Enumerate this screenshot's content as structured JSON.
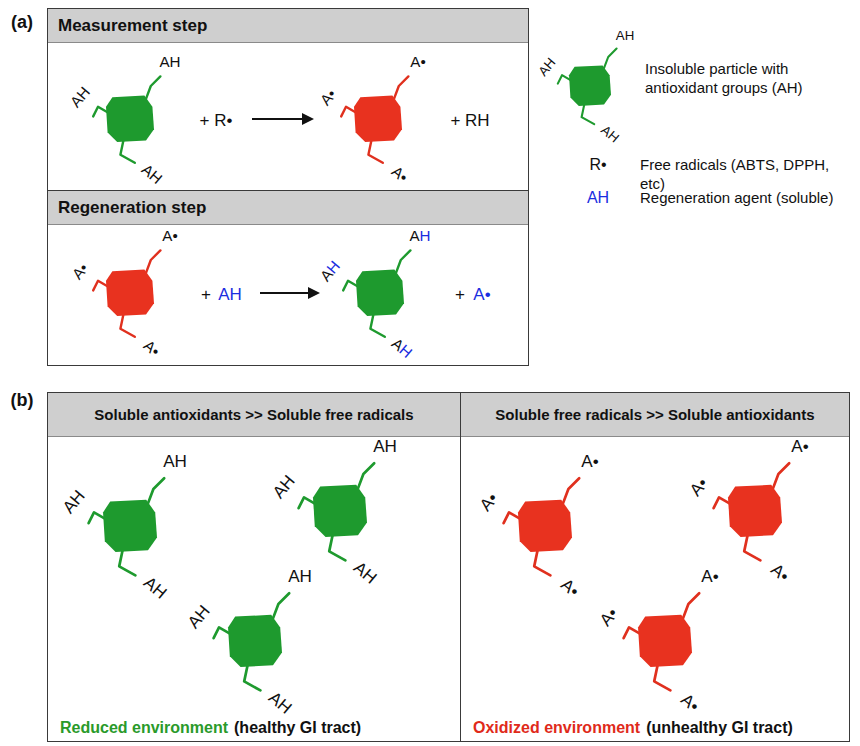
{
  "diagram": {
    "nodes": [
      {
        "text": [
          "Measurement step"
        ]
      },
      {
        "text": [
          "Regeneration step"
        ]
      },
      {
        "text": [
          "Soluble antioxidants >> Soluble free radicals",
          "Reduced environment",
          "(healthy GI tract)"
        ]
      },
      {
        "text": [
          "Soluble free radicals >> Soluble antioxidants",
          "Oxidized environment",
          "(unhealthy GI tract)"
        ]
      }
    ],
    "labels": [
      "(a)",
      "AH",
      "AH",
      "AH",
      "+ R•",
      "A•",
      "A•",
      "A•",
      "+ RH",
      "A•",
      "A•",
      "A•",
      "+",
      "AH",
      "AH",
      "AH",
      "AH",
      "+",
      "A•",
      "AH",
      "AH",
      "AH",
      "R•",
      "AH",
      "(b)",
      "AH",
      "AH",
      "AH",
      "AH",
      "AH",
      "AH",
      "AH",
      "AH",
      "AH",
      "A•",
      "A•",
      "A•",
      "A•",
      "A•",
      "A•",
      "A•",
      "A•",
      "A•"
    ],
    "legend": [
      {
        "text": "Insoluble particle with antioxidant groups (AH)"
      },
      {
        "text": "Free radicals (ABTS, DPPH, etc)"
      },
      {
        "text": "Regeneration agent (soluble)"
      }
    ]
  }
}
